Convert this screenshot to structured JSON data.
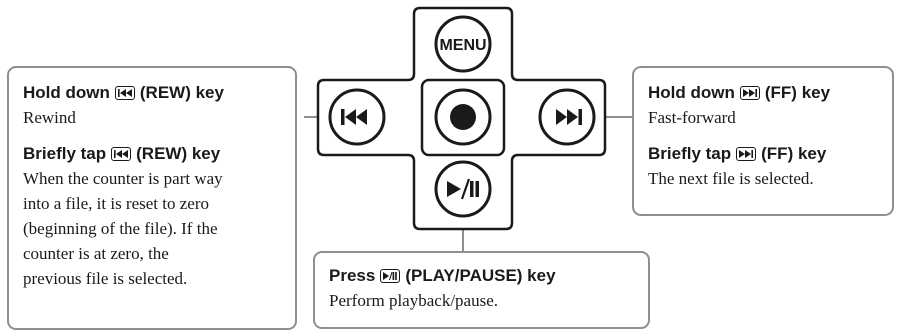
{
  "keys": {
    "menu_label": "MENU"
  },
  "rew_box": {
    "hold_prefix": "Hold down",
    "hold_suffix": "(REW) key",
    "hold_desc": "Rewind",
    "tap_prefix": "Briefly tap",
    "tap_suffix": "(REW) key",
    "tap_desc_lines": [
      "When the counter is part way",
      "into a file, it is reset to zero",
      "(beginning of the file). If the",
      "counter is at zero, the",
      "previous file is selected."
    ]
  },
  "ff_box": {
    "hold_prefix": "Hold down",
    "hold_suffix": "(FF) key",
    "hold_desc": "Fast-forward",
    "tap_prefix": "Briefly tap",
    "tap_suffix": "(FF) key",
    "tap_desc": "The next file is selected."
  },
  "play_box": {
    "prefix": "Press",
    "suffix": "(PLAY/PAUSE) key",
    "desc": "Perform playback/pause."
  },
  "colors": {
    "outline": "#1a1a1a",
    "box_border": "#8f8f8f",
    "connector": "#8f8f8f"
  }
}
